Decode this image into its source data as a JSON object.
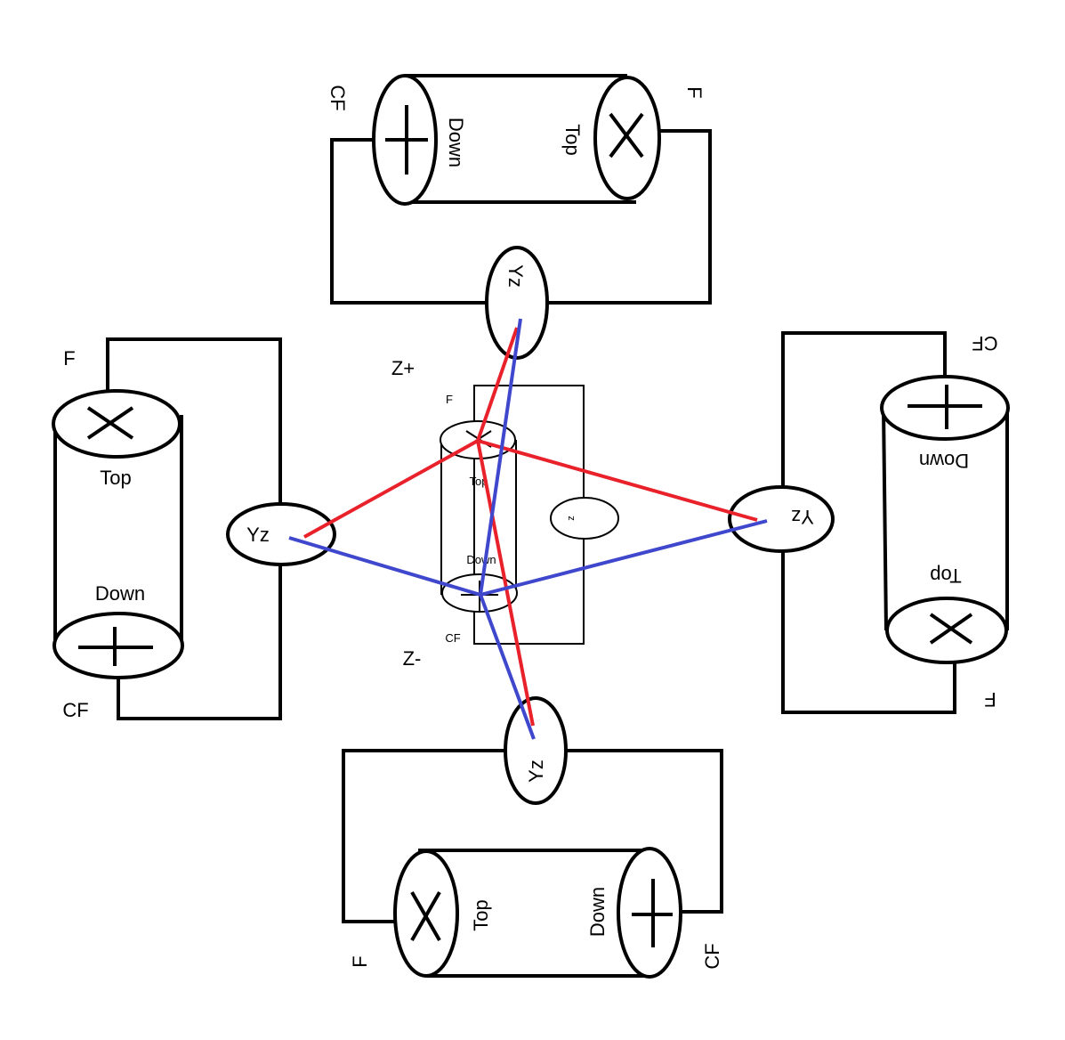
{
  "labels": {
    "f": "F",
    "cf": "CF",
    "top": "Top",
    "down": "Down",
    "yz": "Yz",
    "z_plus": "Z+",
    "z_minus": "Z-",
    "z": "z"
  },
  "colors": {
    "line": "#000000",
    "red_path": "#e8212b",
    "blue_path": "#3f48cc",
    "background": "#ffffff"
  },
  "icons": {
    "x_mark": "x-mark-icon",
    "plus_mark": "plus-mark-icon"
  }
}
